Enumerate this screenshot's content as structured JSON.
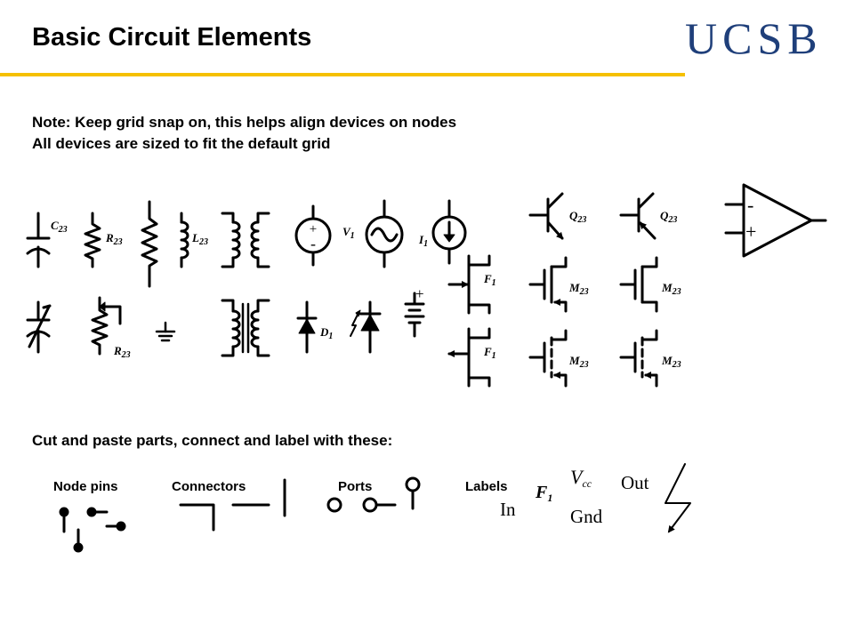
{
  "slide": {
    "title": "Basic Circuit Elements",
    "logo_text": "UCSB",
    "note_line1": "Note: Keep grid snap on, this helps align devices on nodes",
    "note_line2": "All devices are sized to fit the default grid",
    "note_line3": "Cut and paste parts, connect and label with these:"
  },
  "colors": {
    "accent_bar": "#f5c000",
    "logo": "#1f3f7a",
    "ink": "#000000"
  },
  "labels": {
    "c23": {
      "main": "C",
      "sub": "23"
    },
    "r23a": {
      "main": "R",
      "sub": "23"
    },
    "l23": {
      "main": "L",
      "sub": "23"
    },
    "v1": {
      "main": "V",
      "sub": "1"
    },
    "i1": {
      "main": "I",
      "sub": "1"
    },
    "r23b": {
      "main": "R",
      "sub": "23"
    },
    "d1": {
      "main": "D",
      "sub": "1"
    },
    "f1a": {
      "main": "F",
      "sub": "1"
    },
    "f1b": {
      "main": "F",
      "sub": "1"
    },
    "q23a": {
      "main": "Q",
      "sub": "23"
    },
    "q23b": {
      "main": "Q",
      "sub": "23"
    },
    "m23a": {
      "main": "M",
      "sub": "23"
    },
    "m23b": {
      "main": "M",
      "sub": "23"
    },
    "m23c": {
      "main": "M",
      "sub": "23"
    },
    "m23d": {
      "main": "M",
      "sub": "23"
    },
    "vplus": "+",
    "vminus": "-",
    "batt_plus": "+",
    "opamp_minus": "-",
    "opamp_plus": "+"
  },
  "bottom": {
    "node_pins": "Node pins",
    "connectors": "Connectors",
    "ports": "Ports",
    "labels_caption": "Labels",
    "label_f1": {
      "main": "F",
      "sub": "1"
    },
    "label_vcc": {
      "main": "V",
      "sub": "cc"
    },
    "label_out": "Out",
    "label_in": "In",
    "label_gnd": "Gnd"
  }
}
